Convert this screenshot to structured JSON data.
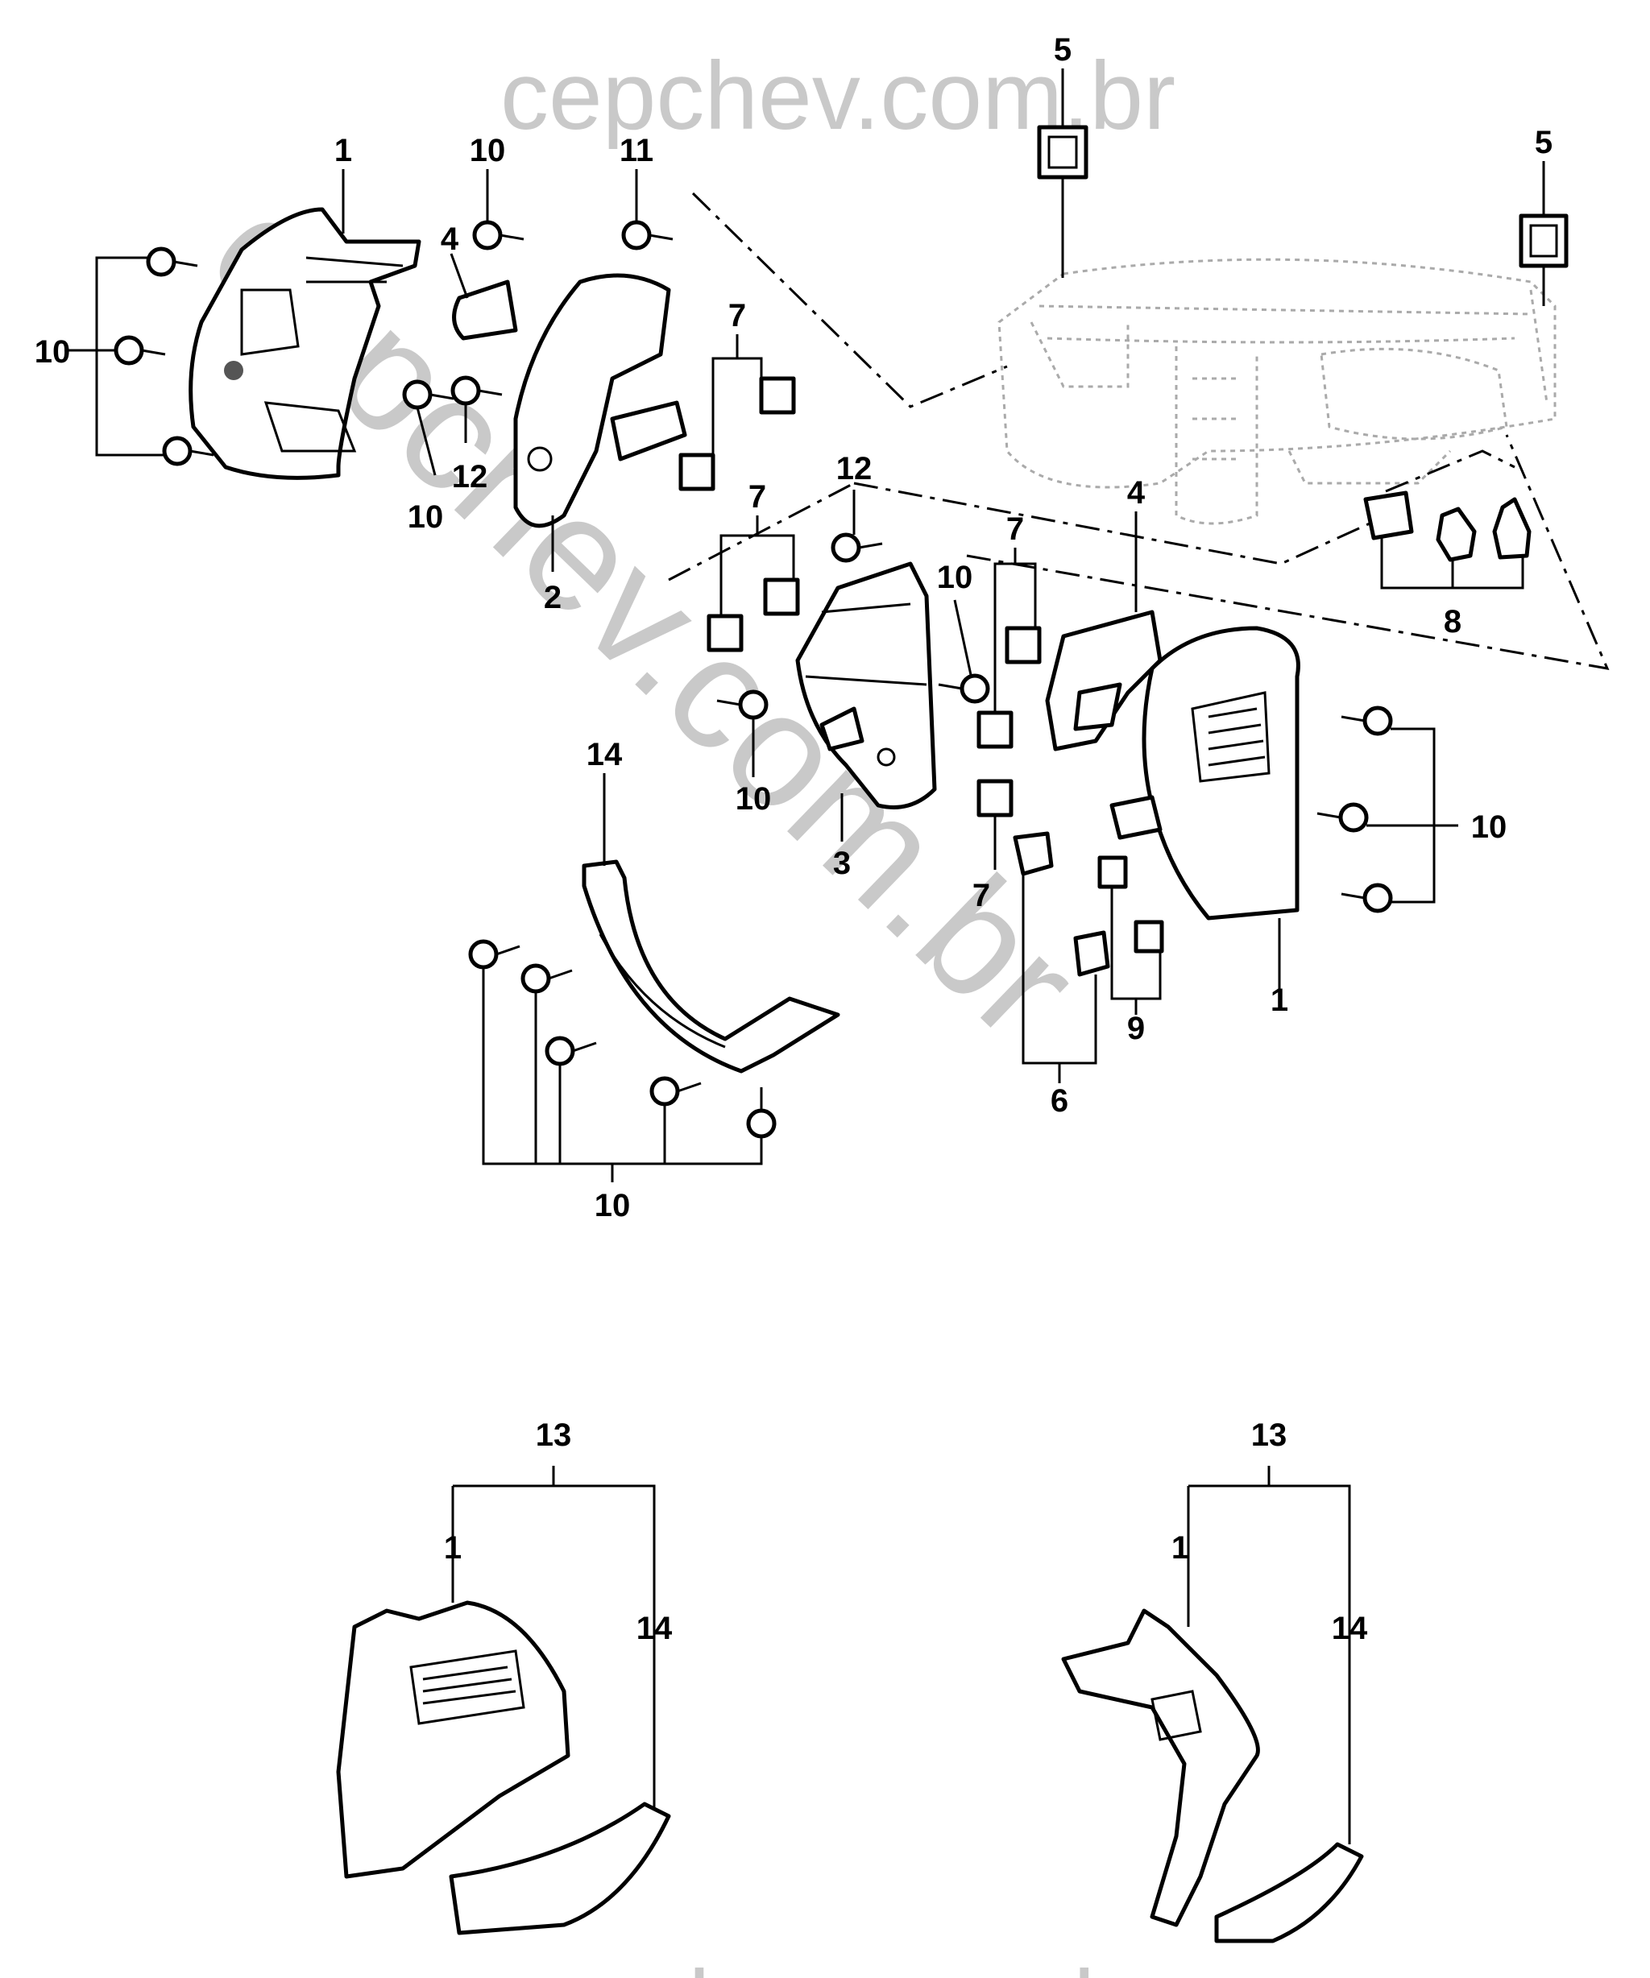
{
  "watermarks": {
    "top": "cepchev.com.br",
    "diagonal": "cepchev.com.br",
    "bottom": "cepchev.com.br"
  },
  "callouts": [
    {
      "id": "c1a",
      "text": "1"
    },
    {
      "id": "c10a",
      "text": "10"
    },
    {
      "id": "c11",
      "text": "11"
    },
    {
      "id": "c4a",
      "text": "4"
    },
    {
      "id": "c5a",
      "text": "5"
    },
    {
      "id": "c5b",
      "text": "5"
    },
    {
      "id": "c10b",
      "text": "10"
    },
    {
      "id": "c7a",
      "text": "7"
    },
    {
      "id": "c12a",
      "text": "12"
    },
    {
      "id": "c10c",
      "text": "10"
    },
    {
      "id": "c2",
      "text": "2"
    },
    {
      "id": "c12b",
      "text": "12"
    },
    {
      "id": "c7b",
      "text": "7"
    },
    {
      "id": "c4b",
      "text": "4"
    },
    {
      "id": "c7c",
      "text": "7"
    },
    {
      "id": "c10d",
      "text": "10"
    },
    {
      "id": "c8",
      "text": "8"
    },
    {
      "id": "c10e",
      "text": "10"
    },
    {
      "id": "c10f",
      "text": "10"
    },
    {
      "id": "c14a",
      "text": "14"
    },
    {
      "id": "c3",
      "text": "3"
    },
    {
      "id": "c7d",
      "text": "7"
    },
    {
      "id": "c1b",
      "text": "1"
    },
    {
      "id": "c9",
      "text": "9"
    },
    {
      "id": "c6",
      "text": "6"
    },
    {
      "id": "c10g",
      "text": "10"
    },
    {
      "id": "c13a",
      "text": "13"
    },
    {
      "id": "c1c",
      "text": "1"
    },
    {
      "id": "c14b",
      "text": "14"
    },
    {
      "id": "c13b",
      "text": "13"
    },
    {
      "id": "c1d",
      "text": "1"
    },
    {
      "id": "c14c",
      "text": "14"
    }
  ]
}
